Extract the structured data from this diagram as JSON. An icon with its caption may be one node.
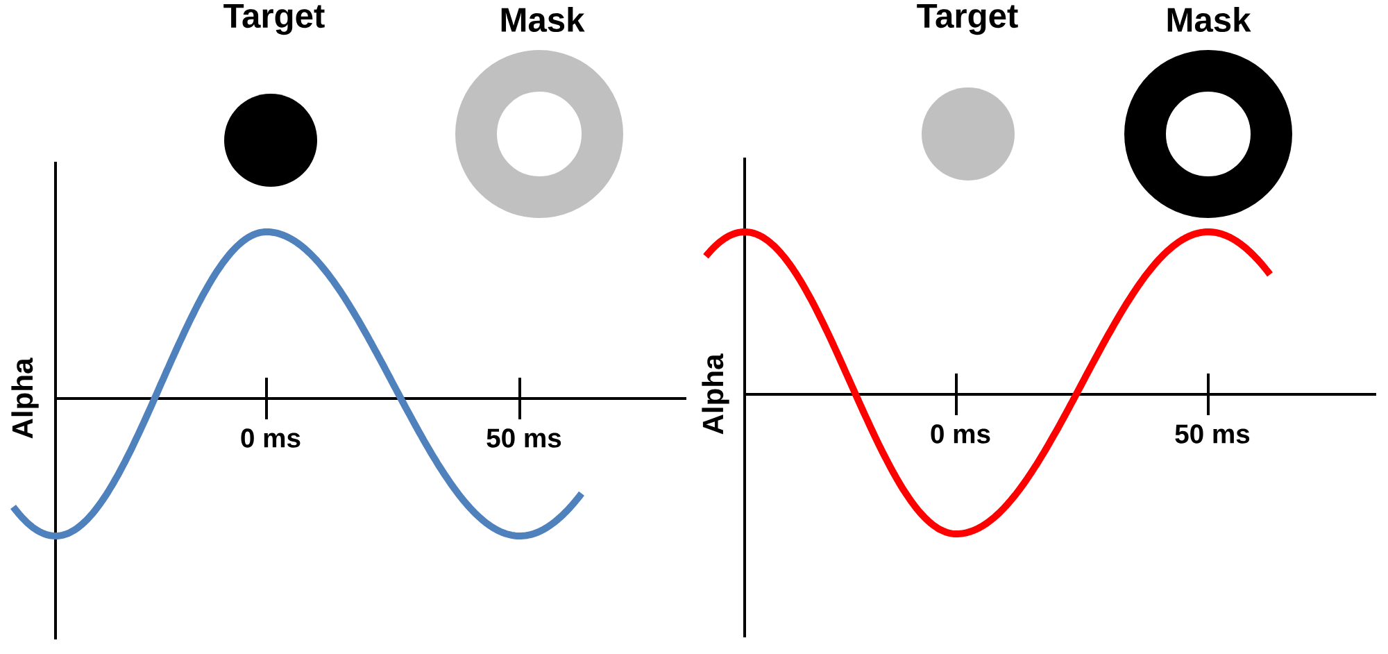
{
  "diagram": {
    "nodes": [
      {
        "text": [
          "Target"
        ]
      },
      {
        "text": [
          "Mask"
        ]
      },
      {
        "text": [
          "Target"
        ]
      },
      {
        "text": [
          "Mask"
        ]
      }
    ],
    "labels": [
      "Alpha",
      "0 ms",
      "50 ms",
      "Alpha",
      "0 ms",
      "50 ms"
    ]
  }
}
